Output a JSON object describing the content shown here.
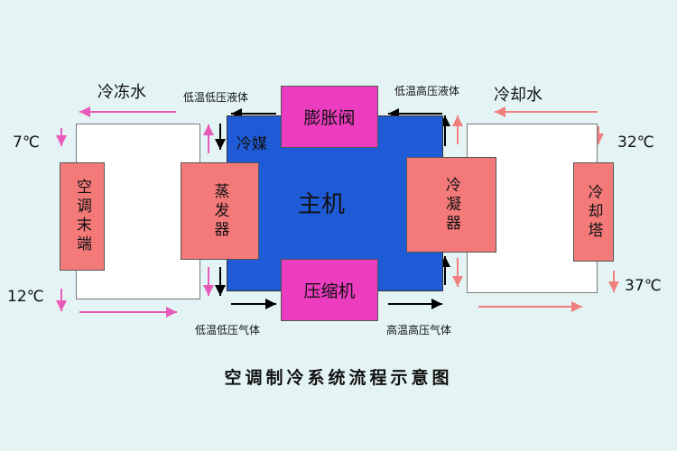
{
  "diagram": {
    "title": "空调制冷系统流程示意图",
    "chilled_water": "冷冻水",
    "cooling_water": "冷却水",
    "refrigerant": "冷媒",
    "main_unit": "主机",
    "expansion_valve": "膨胀阀",
    "compressor": "压缩机",
    "evaporator": "蒸发器",
    "condenser": "冷凝器",
    "ac_terminal": "空调末端",
    "cooling_tower": "冷却塔",
    "temp_7": "7℃",
    "temp_12": "12℃",
    "temp_32": "32℃",
    "temp_37": "37℃",
    "low_temp_low_press_liquid": "低温低压液体",
    "low_temp_high_press_liquid": "低温高压液体",
    "low_temp_low_press_gas": "低温低压气体",
    "high_temp_high_press_gas": "高温高压气体"
  },
  "colors": {
    "background": "#e4f4f4",
    "main_unit": "#1f5bd6",
    "valve_compressor": "#ec3cbf",
    "exchanger": "#f47a7a",
    "arrow_pink": "#e85ab8",
    "arrow_black": "#000000"
  }
}
